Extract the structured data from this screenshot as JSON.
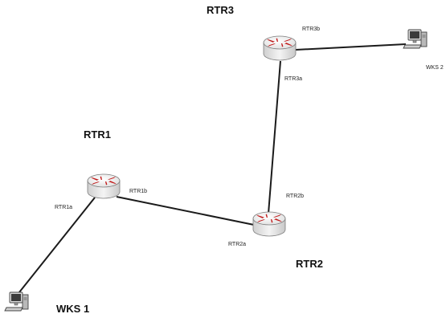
{
  "devices": {
    "rtr1": {
      "name": "RTR1",
      "port_a": "RTR1a",
      "port_b": "RTR1b"
    },
    "rtr2": {
      "name": "RTR2",
      "port_a": "RTR2a",
      "port_b": "RTR2b"
    },
    "rtr3": {
      "name": "RTR3",
      "port_a": "RTR3a",
      "port_b": "RTR3b"
    },
    "wks1": {
      "name": "WKS 1"
    },
    "wks2": {
      "name": "WKS 2"
    }
  },
  "colors": {
    "router_body": "#e9e9e9",
    "router_arrows": "#c01818",
    "link": "#1b1b1b"
  }
}
